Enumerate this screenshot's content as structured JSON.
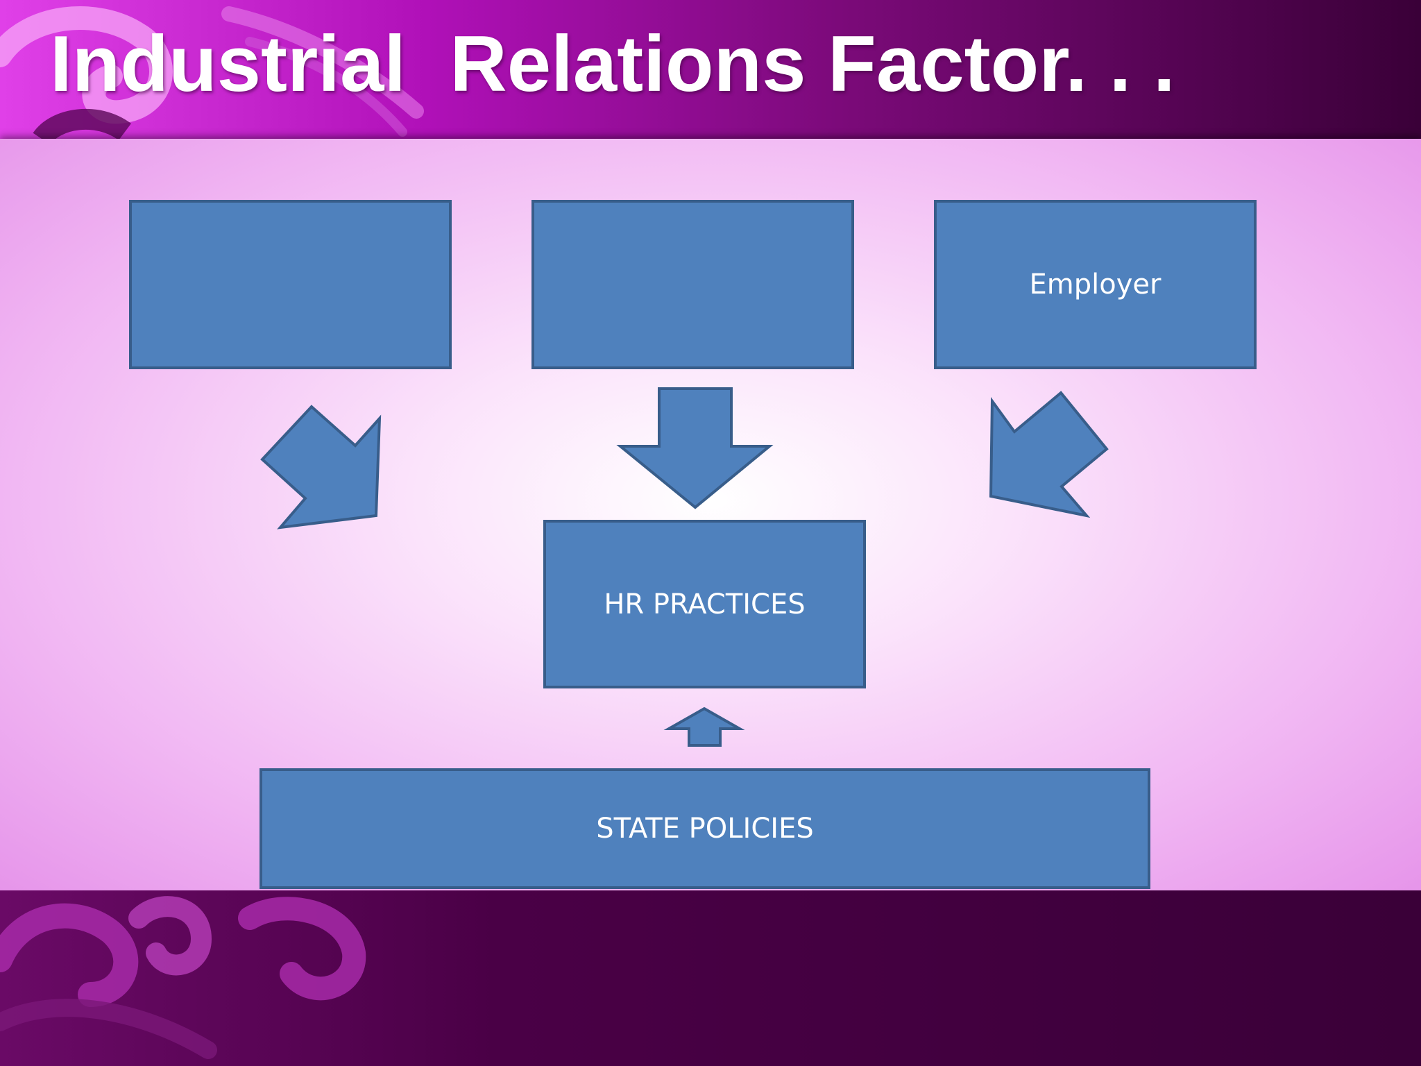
{
  "slide": {
    "title": "Industrial  Relations Factor. . ."
  },
  "diagram": {
    "nodes": [
      {
        "id": "factor-1",
        "label": ""
      },
      {
        "id": "factor-2",
        "label": ""
      },
      {
        "id": "factor-3",
        "label": "Employer"
      },
      {
        "id": "hr-practices",
        "label": "HR PRACTICES"
      },
      {
        "id": "state-policies",
        "label": "STATE POLICIES"
      }
    ],
    "edges": [
      {
        "from": "factor-1",
        "to": "hr-practices"
      },
      {
        "from": "factor-2",
        "to": "hr-practices"
      },
      {
        "from": "factor-3",
        "to": "hr-practices"
      },
      {
        "from": "state-policies",
        "to": "hr-practices"
      }
    ],
    "colors": {
      "box_fill": "#4f81bd",
      "box_border": "#385d8a",
      "box_text": "#ffffff",
      "theme_purple": "#b010b8",
      "theme_dark": "#3a0038"
    }
  }
}
